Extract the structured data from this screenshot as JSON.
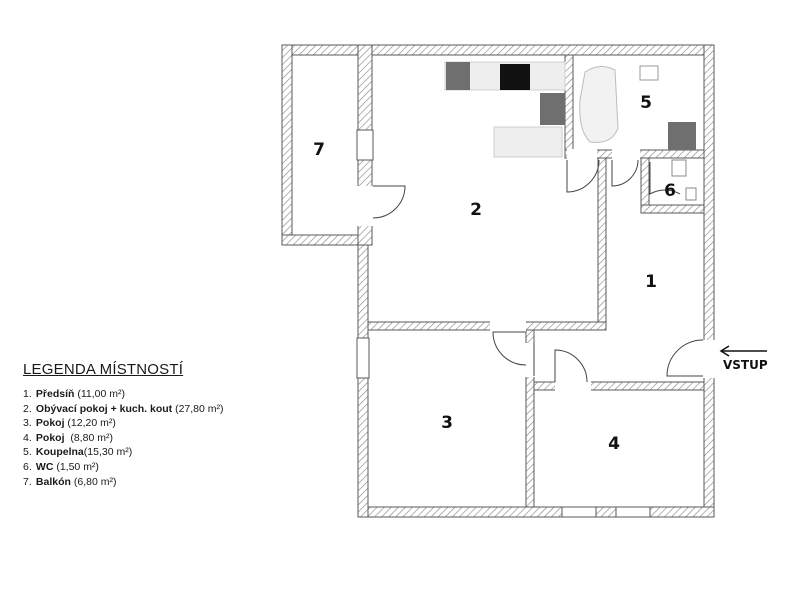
{
  "rooms": [
    {
      "number": "1"
    },
    {
      "number": "2"
    },
    {
      "number": "3"
    },
    {
      "number": "4"
    },
    {
      "number": "5"
    },
    {
      "number": "6"
    },
    {
      "number": "7"
    }
  ],
  "entrance": {
    "label": "VSTUP"
  },
  "legend": {
    "title": "LEGENDA MÍSTNOSTÍ",
    "items": [
      {
        "num": "1.",
        "name": "Předsíň",
        "area": " (11,00 m²)"
      },
      {
        "num": "2.",
        "name": "Obývací pokoj + kuch. kout",
        "area": " (27,80 m²)"
      },
      {
        "num": "3.",
        "name": "Pokoj",
        "area": " (12,20 m²)"
      },
      {
        "num": "4.",
        "name": "Pokoj",
        "area": "  (8,80 m²)"
      },
      {
        "num": "5.",
        "name": "Koupelna",
        "area": "(15,30 m²)"
      },
      {
        "num": "6.",
        "name": "WC",
        "area": " (1,50 m²)"
      },
      {
        "num": "7.",
        "name": "Balkón",
        "area": " (6,80 m²)"
      }
    ]
  },
  "colors": {
    "wall_hatch": "#7a7a7a",
    "wall_bg": "#ffffff",
    "fixture_dark": "#6f6f6f",
    "fixture_light": "#e9e9e9",
    "stove": "#111111"
  }
}
